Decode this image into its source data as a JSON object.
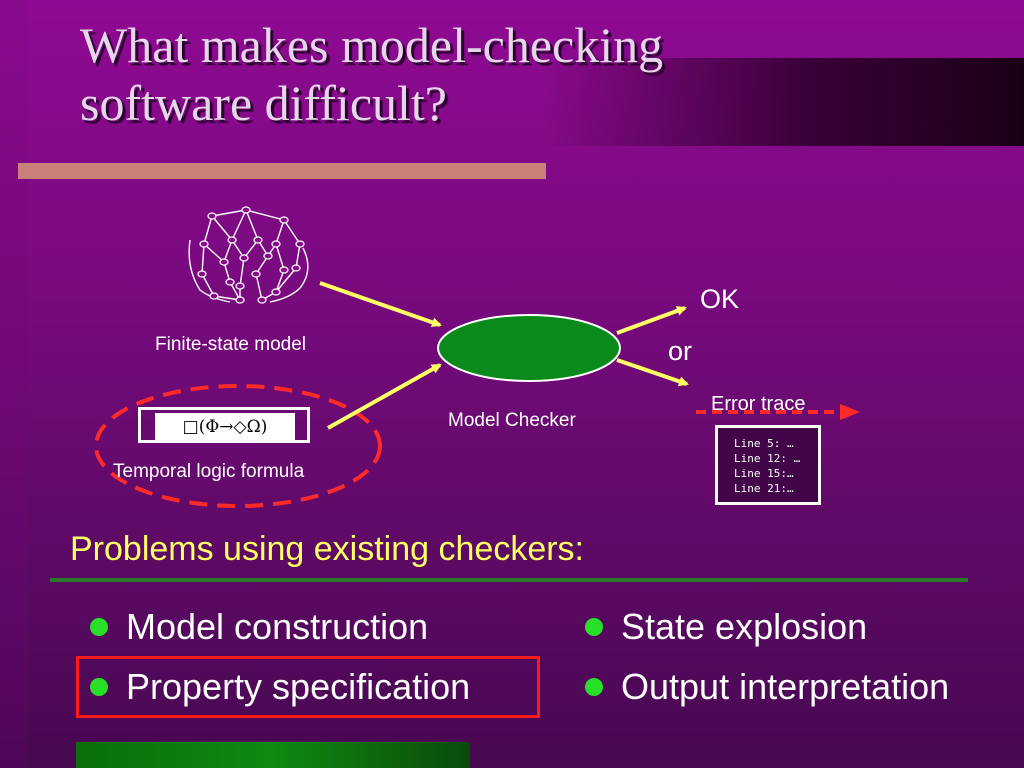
{
  "slide": {
    "title_line1": "What makes model-checking",
    "title_line2": "software difficult?"
  },
  "diagram": {
    "model_label": "Finite-state model",
    "formula_label": "Temporal logic formula",
    "formula": "□(Φ→◇Ω)",
    "checker_label": "Model Checker",
    "ok_label": "OK",
    "or_label": "or",
    "error_label": "Error trace",
    "trace_lines": [
      "Line 5: …",
      "Line 12: …",
      "Line 15:…",
      "Line 21:…"
    ]
  },
  "problems": {
    "heading": "Problems using existing checkers:",
    "items": [
      "Model construction",
      "Property specification",
      "State explosion",
      "Output interpretation"
    ]
  },
  "colors": {
    "background": "#8f0a92",
    "accent_yellow": "#ffff66",
    "checker_green": "#0a8a1a",
    "highlight_red": "#ff1a1a",
    "bullet_green": "#2adf2a"
  },
  "icons": {
    "model": "state-graph-icon"
  }
}
